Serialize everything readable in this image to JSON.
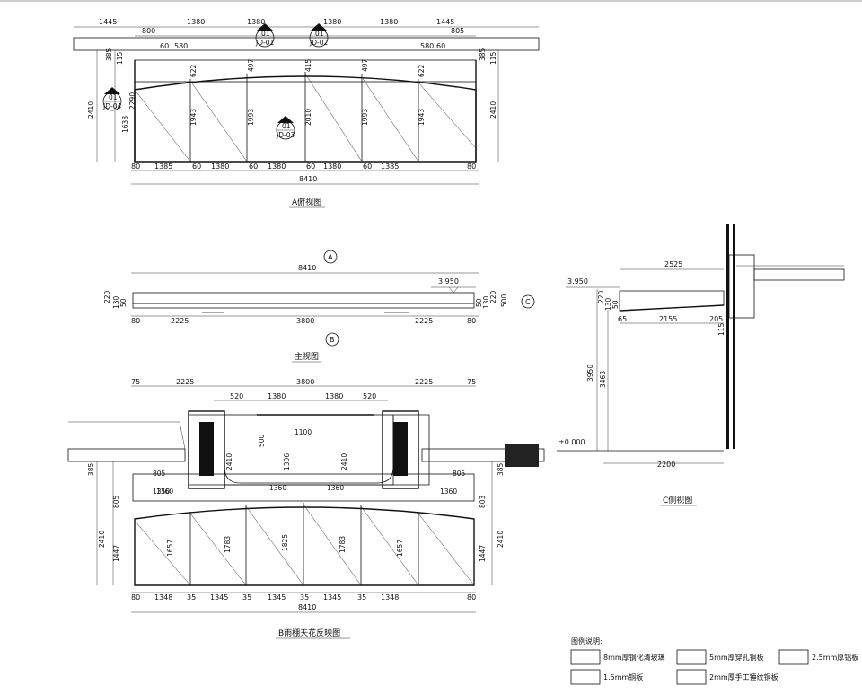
{
  "top_view": {
    "title": "A俯视图",
    "top_dims": [
      "1445",
      "1380",
      "1380",
      "1380",
      "1380",
      "1445"
    ],
    "top_sub": [
      "800",
      "60",
      "580",
      "580",
      "60",
      "805"
    ],
    "bottom_dims": [
      "80",
      "1385",
      "60",
      "1380",
      "60",
      "1380",
      "60",
      "1380",
      "60",
      "1385",
      "80"
    ],
    "total": "8410",
    "left_vert": [
      "385",
      "115",
      "2410",
      "1638",
      "2290"
    ],
    "right_vert": [
      "385",
      "115",
      "2410"
    ],
    "inner_vert": [
      "622",
      "1943",
      "497",
      "1993",
      "415",
      "2010",
      "497",
      "1993",
      "622",
      "1943"
    ],
    "callouts": [
      {
        "num": "01",
        "ref": "JD-01"
      },
      {
        "num": "01",
        "ref": "JD-02"
      },
      {
        "num": "01",
        "ref": "JD-03"
      },
      {
        "num": "01",
        "ref": "JD-04"
      }
    ]
  },
  "front_view": {
    "title": "主视图",
    "total": "8410",
    "level": "3.950",
    "bottom_dims": [
      "80",
      "2225",
      "3800",
      "2225",
      "80"
    ],
    "left_vert": [
      "220",
      "130",
      "50"
    ],
    "right_vert": [
      "220",
      "130",
      "50",
      "500"
    ],
    "marker_top": "A",
    "marker_bottom": "B",
    "marker_right": "C"
  },
  "side_view": {
    "title": "C侧视图",
    "top_dim": "2525",
    "level_top": "3.950",
    "level_bottom": "±0.000",
    "mid_dims": [
      "65",
      "2155",
      "205"
    ],
    "small_vert": [
      "220",
      "130",
      "50",
      "115"
    ],
    "vert_dims": [
      "3950",
      "3463"
    ],
    "bottom_dim": "2200"
  },
  "ceiling_view": {
    "title": "B雨棚天花反映图",
    "top_dims": [
      "75",
      "2225",
      "3800",
      "2225",
      "75"
    ],
    "top_sub": [
      "520",
      "1380",
      "1380",
      "520"
    ],
    "inner_labels": [
      "1100",
      "1360",
      "1360",
      "1360",
      "1360"
    ],
    "inner_vert": [
      "500",
      "2410",
      "1306",
      "2410"
    ],
    "bottom_dims": [
      "80",
      "1348",
      "35",
      "1345",
      "35",
      "1345",
      "35",
      "1345",
      "35",
      "1348",
      "80"
    ],
    "total": "8410",
    "left_vert": [
      "385",
      "805",
      "1350",
      "805",
      "2410",
      "1447"
    ],
    "right_vert": [
      "385",
      "805",
      "803",
      "2410",
      "1447"
    ],
    "panel_vert": [
      "1657",
      "1783",
      "1825",
      "1783",
      "1657"
    ]
  },
  "legend": {
    "title": "图例说明:",
    "items": [
      "8mm厚钢化清玻璃",
      "5mm厚穿孔铜板",
      "2.5mm厚铝板",
      "1.5mm铜板",
      "2mm厚手工锤纹铜板"
    ]
  }
}
